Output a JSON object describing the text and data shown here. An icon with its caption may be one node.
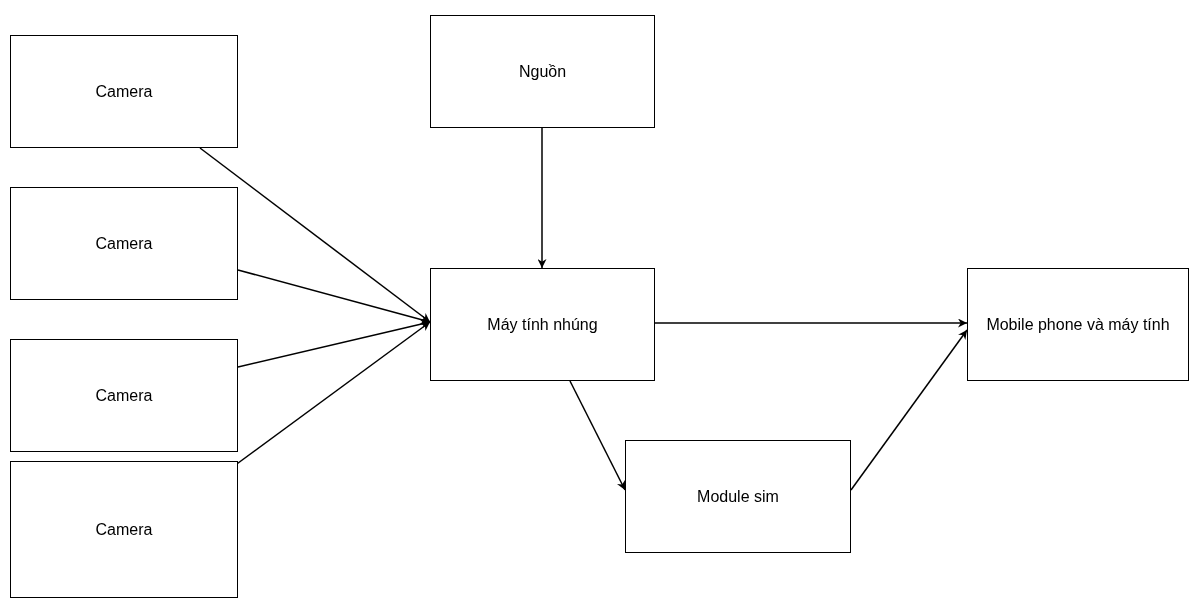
{
  "diagram": {
    "nodes": [
      {
        "text": [
          "Camera"
        ]
      },
      {
        "text": [
          "Camera"
        ]
      },
      {
        "text": [
          "Camera"
        ]
      },
      {
        "text": [
          "Camera"
        ]
      },
      {
        "text": [
          "Nguồn"
        ]
      },
      {
        "text": [
          "Máy tính nhúng"
        ]
      },
      {
        "text": [
          "Module sim"
        ]
      },
      {
        "text": [
          "Mobile phone và máy tính"
        ]
      }
    ],
    "edges": [
      {
        "from": 0,
        "to": 5,
        "arrow": "to"
      },
      {
        "from": 1,
        "to": 5,
        "arrow": "to"
      },
      {
        "from": 2,
        "to": 5,
        "arrow": "to"
      },
      {
        "from": 3,
        "to": 5,
        "arrow": "to"
      },
      {
        "from": 4,
        "to": 5,
        "arrow": "to"
      },
      {
        "from": 5,
        "to": 7,
        "arrow": "to"
      },
      {
        "from": 5,
        "to": 6,
        "arrow": "to"
      },
      {
        "from": 6,
        "to": 7,
        "arrow": "to"
      }
    ]
  }
}
